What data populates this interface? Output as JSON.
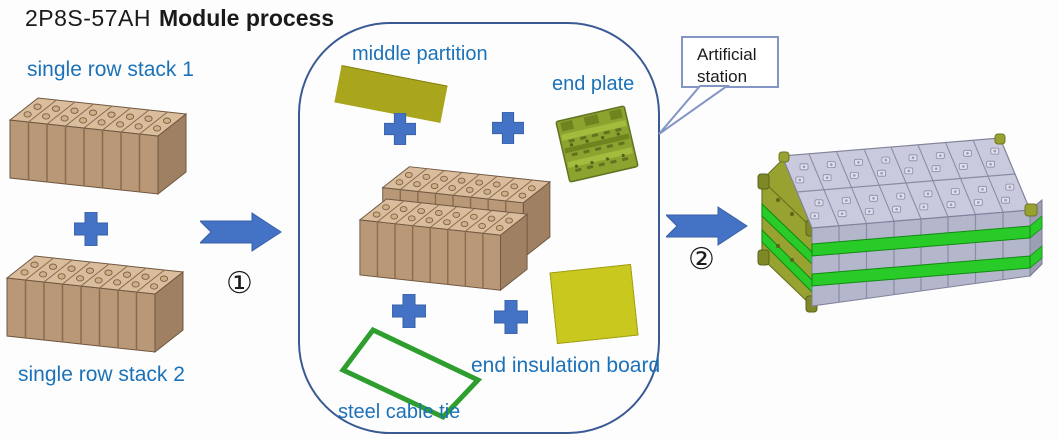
{
  "title": {
    "model": "2P8S-57AH",
    "suffix": "Module process"
  },
  "labels": {
    "stack1": "single row stack 1",
    "stack2": "single row stack 2",
    "middle_partition": "middle partition",
    "end_plate": "end plate",
    "end_insulation_board": "end insulation board",
    "steel_cable_tie": "steel cable tie",
    "callout": "Artificial station"
  },
  "steps": {
    "step1": "①",
    "step2": "②"
  },
  "icons": {
    "plus": "plus-icon",
    "arrow": "block-arrow-right-icon",
    "battery_stack": "battery-stack-image",
    "double_stack": "double-row-stack-image",
    "end_plate": "end-plate-image",
    "cable_tie": "steel-cable-tie-image",
    "module": "assembled-module-image"
  },
  "colors": {
    "label_blue": "#1c72b8",
    "shape_blue": "#4472c4",
    "station_border": "#3a5a94",
    "callout_border": "#8295c5",
    "partition_olive": "#a9a51c",
    "insulation_yellow": "#c9c81f",
    "tie_green": "#2e9e2e",
    "cell_tan_top": "#d9bd9c",
    "cell_tan_front": "#b99878",
    "module_gray": "#c9cadd",
    "module_end_olive": "#97a231",
    "module_strap_green": "#29cb29"
  }
}
